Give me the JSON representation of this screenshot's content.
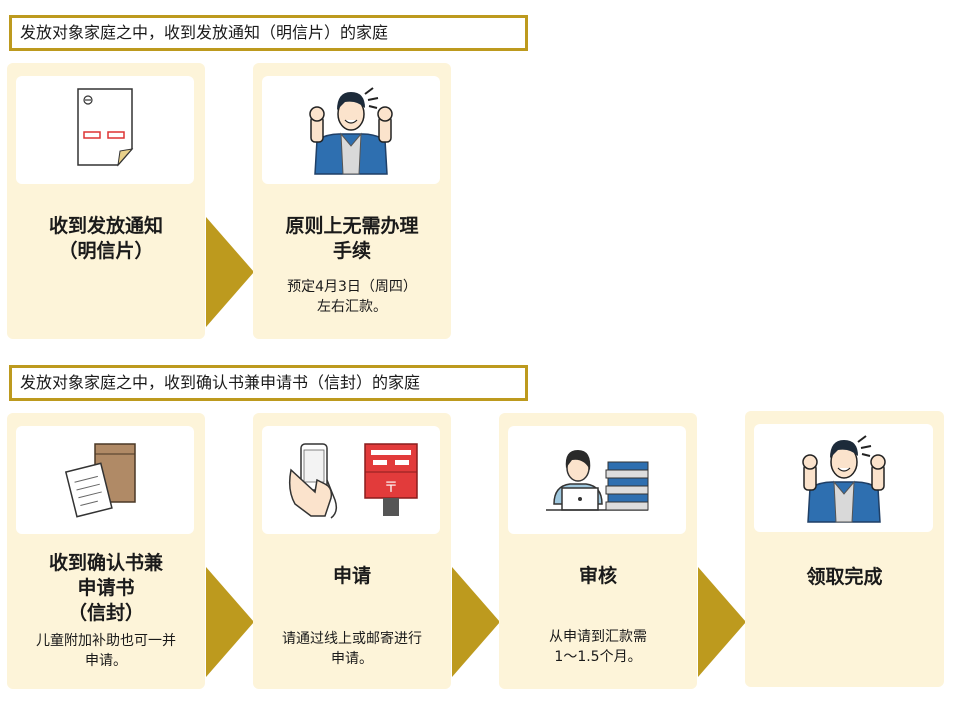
{
  "section1": {
    "header": "发放对象家庭之中，收到发放通知（明信片）的家庭",
    "steps": [
      {
        "title": [
          "收到发放通知",
          "（明信片）"
        ],
        "note": [],
        "icon": "postcard-icon"
      },
      {
        "title": [
          "原则上无需办理",
          "手续"
        ],
        "note": [
          "预定4月3日（周四）",
          "左右汇款。"
        ],
        "icon": "happy-man-icon"
      }
    ]
  },
  "section2": {
    "header": "发放对象家庭之中，收到确认书兼申请书（信封）的家庭",
    "steps": [
      {
        "title": [
          "收到确认书兼",
          "申请书",
          "（信封）"
        ],
        "note": [
          "儿童附加补助也可一并",
          "申请。"
        ],
        "icon": "envelope-document-icon"
      },
      {
        "title": [
          "申请"
        ],
        "note": [
          "请通过线上或邮寄进行",
          "申请。"
        ],
        "icon": "smartphone-mailbox-icon"
      },
      {
        "title": [
          "审核"
        ],
        "note": [
          "从申请到汇款需",
          "1～1.5个月。"
        ],
        "icon": "office-worker-icon"
      },
      {
        "title": [
          "领取完成"
        ],
        "note": [],
        "icon": "happy-man-icon"
      }
    ]
  },
  "colors": {
    "accent": "#bd9a1e",
    "card": "#fdf4d9",
    "shirt": "#2e6fb0"
  }
}
